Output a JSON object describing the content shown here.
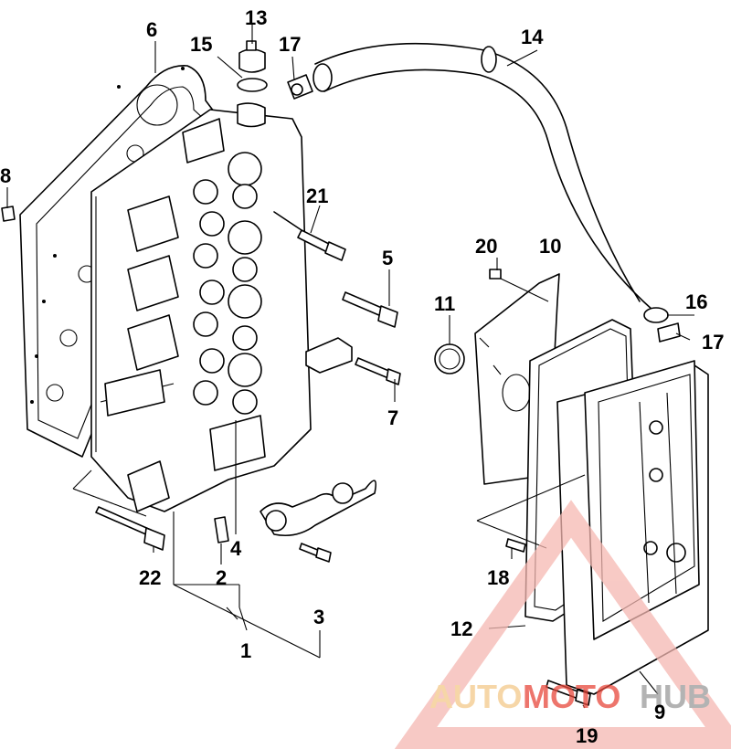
{
  "callouts": {
    "c1": "1",
    "c2": "2",
    "c3": "3",
    "c4": "4",
    "c5": "5",
    "c6": "6",
    "c7": "7",
    "c8": "8",
    "c9": "9",
    "c10": "10",
    "c11": "11",
    "c12": "12",
    "c13": "13",
    "c14": "14",
    "c15": "15",
    "c16": "16",
    "c17a": "17",
    "c17b": "17",
    "c18": "18",
    "c19": "19",
    "c20": "20",
    "c21": "21",
    "c22": "22"
  },
  "watermark": {
    "text_left": "AUTO",
    "text_mid": "MOTO",
    "text_right": "HUB",
    "color_primary": "#f5b8b2",
    "color_accent": "#e8483b",
    "color_secondary": "#f3c98a",
    "color_dark": "#9a9a9a"
  }
}
